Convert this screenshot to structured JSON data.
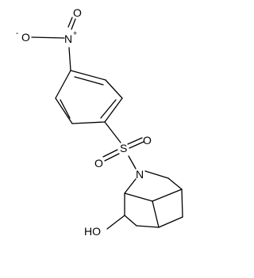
{
  "molecule": {
    "atom_labels": {
      "nitro_n": "N",
      "nitro_o_top": "O",
      "nitro_o_left": "O",
      "nitro_o_charge": "-",
      "nitro_n_charge": "+",
      "sulfur": "S",
      "sulfonyl_o_right": "O",
      "sulfonyl_o_left": "O",
      "ring_n": "N",
      "hydroxyl": "HO"
    },
    "ink_color": "#000000",
    "background_color": "#ffffff"
  }
}
